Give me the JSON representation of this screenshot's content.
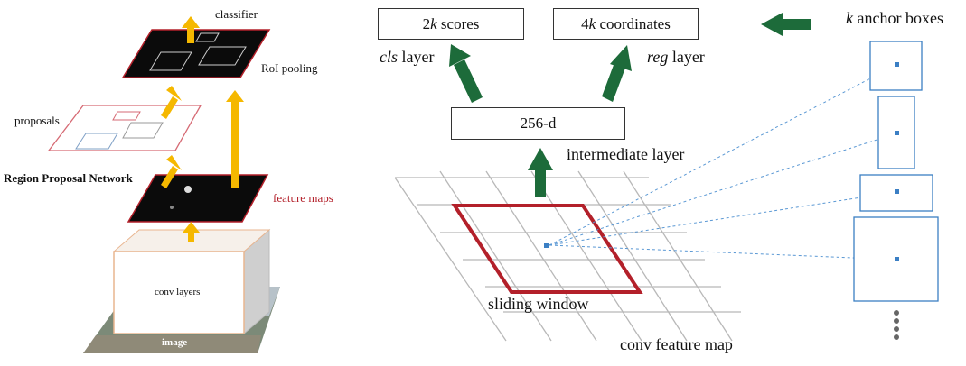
{
  "left_panel": {
    "classifier": "classifier",
    "roi_pooling": "RoI pooling",
    "proposals": "proposals",
    "rpn": "Region Proposal Network",
    "feature_maps": "feature maps",
    "conv_layers": "conv layers",
    "image": "image"
  },
  "right_panel": {
    "scores_num": "2",
    "scores_k": "k",
    "scores_text": " scores",
    "coords_num": "4",
    "coords_k": "k",
    "coords_text": " coordinates",
    "anchor_k": "k",
    "anchor_text": " anchor boxes",
    "cls_italic": "cls",
    "cls_text": " layer",
    "reg_italic": "reg",
    "reg_text": " layer",
    "intermediate_box": "256-d",
    "intermediate_label": "intermediate layer",
    "sliding_window": "sliding window",
    "conv_feature_map": "conv feature map"
  },
  "colors": {
    "yellow_arrow": "#f5b800",
    "green_arrow": "#1d6b3a",
    "red": "#b3202a",
    "blue": "#3b7fc4"
  }
}
